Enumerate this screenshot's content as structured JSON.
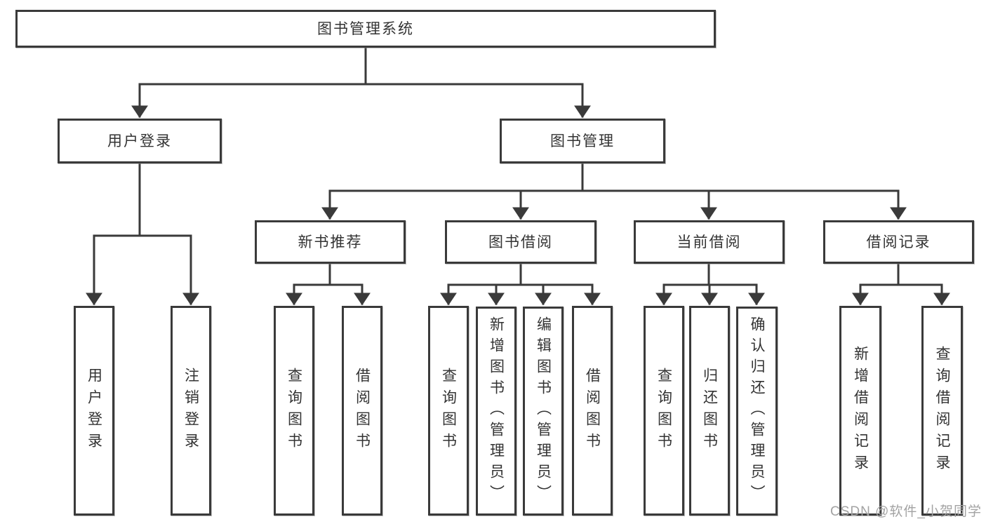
{
  "tree": {
    "label": "图书管理系统",
    "children": [
      {
        "label": "用户登录",
        "children": [
          {
            "label": "用户登录"
          },
          {
            "label": "注销登录"
          }
        ]
      },
      {
        "label": "图书管理",
        "children": [
          {
            "label": "新书推荐",
            "children": [
              {
                "label": "查询图书"
              },
              {
                "label": "借阅图书"
              }
            ]
          },
          {
            "label": "图书借阅",
            "children": [
              {
                "label": "查询图书"
              },
              {
                "label": "新增图书（管理员）"
              },
              {
                "label": "编辑图书（管理员）"
              },
              {
                "label": "借阅图书"
              }
            ]
          },
          {
            "label": "当前借阅",
            "children": [
              {
                "label": "查询图书"
              },
              {
                "label": "归还图书"
              },
              {
                "label": "确认归还（管理员）"
              }
            ]
          },
          {
            "label": "借阅记录",
            "children": [
              {
                "label": "新增借阅记录"
              },
              {
                "label": "查询借阅记录"
              }
            ]
          }
        ]
      }
    ]
  },
  "watermark": "CSDN @软件_小贺同学",
  "colors": {
    "line": "#3a3a3a",
    "box_border": "#3a3a3a",
    "box_background": "#ffffff",
    "text": "#333333",
    "watermark": "#a3a3a3"
  }
}
